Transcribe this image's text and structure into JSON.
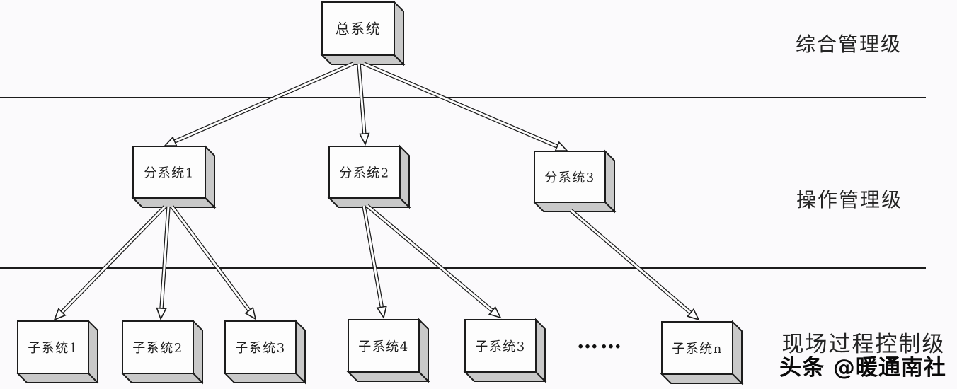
{
  "diagram": {
    "root": {
      "label": "总系统"
    },
    "mids": [
      {
        "label": "分系统1"
      },
      {
        "label": "分系统2"
      },
      {
        "label": "分系统3"
      }
    ],
    "leaves": [
      {
        "label": "子系统1"
      },
      {
        "label": "子系统2"
      },
      {
        "label": "子系统3"
      },
      {
        "label": "子系统4"
      },
      {
        "label": "子系统3"
      },
      {
        "label": "子系统n"
      }
    ],
    "ellipsis": "……",
    "levels": [
      {
        "label": "综合管理级"
      },
      {
        "label": "操作管理级"
      },
      {
        "label": "现场过程控制级"
      }
    ],
    "watermark": "头条 @暖通南社",
    "edges": [
      {
        "from": "root",
        "to": "mid1"
      },
      {
        "from": "root",
        "to": "mid2"
      },
      {
        "from": "root",
        "to": "mid3"
      },
      {
        "from": "mid1",
        "to": "leaf1"
      },
      {
        "from": "mid1",
        "to": "leaf2"
      },
      {
        "from": "mid1",
        "to": "leaf3"
      },
      {
        "from": "mid2",
        "to": "leaf4"
      },
      {
        "from": "mid2",
        "to": "leaf5"
      },
      {
        "from": "mid3",
        "to": "leafn"
      }
    ],
    "colors": {
      "box_face": "#fdfdfd",
      "box_shade": "#c9c9c9",
      "stroke": "#1c1c1c",
      "background": "#fbfafc"
    }
  }
}
